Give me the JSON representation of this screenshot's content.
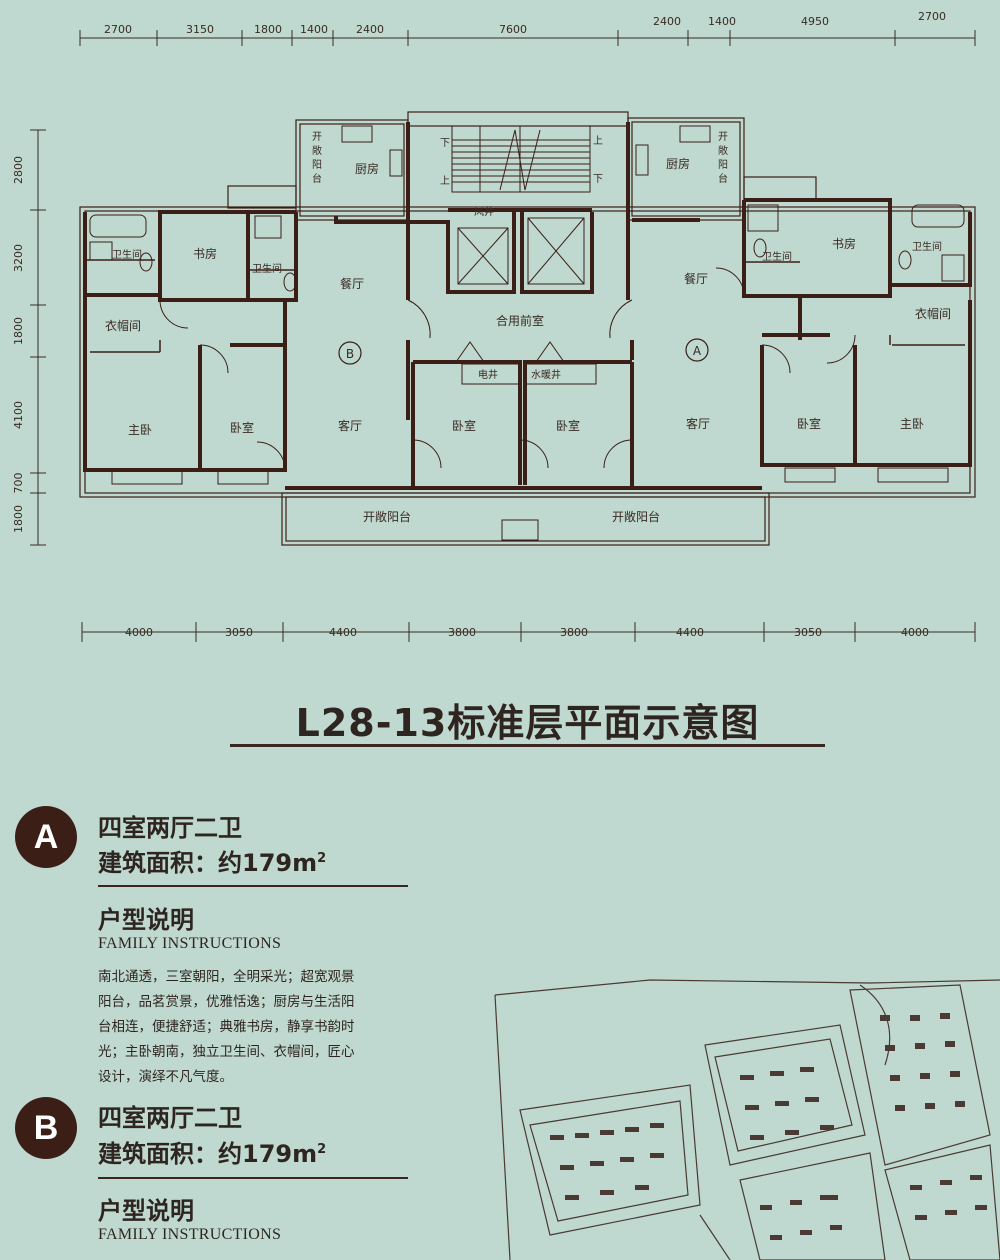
{
  "dims_top": [
    "2700",
    "3150",
    "1800",
    "1400",
    "2400",
    "7600",
    "2400",
    "1400",
    "4950",
    "2700"
  ],
  "dims_bottom": [
    "4000",
    "3050",
    "4400",
    "3800",
    "3800",
    "4400",
    "3050",
    "4000"
  ],
  "dims_left": [
    "2800",
    "3200",
    "1800",
    "4100",
    "700",
    "1800"
  ],
  "rooms": {
    "b_balcony_top": "开敞阳台",
    "b_kitchen": "厨房",
    "b_study": "书房",
    "b_bath1": "卫生间",
    "b_bath2": "卫生间",
    "b_wardrobe": "衣帽间",
    "b_master": "主卧",
    "b_bedroom": "卧室",
    "b_dining": "餐厅",
    "b_living": "客厅",
    "b_label": "B",
    "core_vent": "风井",
    "core_lobby": "合用前室",
    "core_elec": "电井",
    "core_water": "水暖井",
    "core_bed1": "卧室",
    "core_bed2": "卧室",
    "a_balcony_top": "开敞阳台",
    "a_kitchen": "厨房",
    "a_study": "书房",
    "a_bath1": "卫生间",
    "a_bath2": "卫生间",
    "a_wardrobe": "衣帽间",
    "a_master": "主卧",
    "a_bedroom": "卧室",
    "a_dining": "餐厅",
    "a_living": "客厅",
    "a_label": "A",
    "balcony_left": "开敞阳台",
    "balcony_right": "开敞阳台",
    "stair_down1": "下",
    "stair_up1": "上",
    "stair_up2": "上",
    "stair_down2": "下"
  },
  "title": "L28-13标准层平面示意图",
  "unit_a": {
    "badge": "A",
    "type": "四室两厅二卫",
    "area_label": "建筑面积：约179m",
    "area_sup": "2",
    "section_title": "户型说明",
    "section_sub": "FAMILY INSTRUCTIONS",
    "desc_lines": [
      "南北通透，三室朝阳，全明采光；超宽观景",
      "阳台，品茗赏景，优雅恬逸；厨房与生活阳",
      "台相连，便捷舒适；典雅书房，静享书韵时",
      "光；主卧朝南，独立卫生间、衣帽间，匠心",
      "设计，演绎不凡气度。"
    ]
  },
  "unit_b": {
    "badge": "B",
    "type": "四室两厅二卫",
    "area_label": "建筑面积：约179m",
    "area_sup": "2",
    "section_title": "户型说明",
    "section_sub": "FAMILY INSTRUCTIONS"
  },
  "colors": {
    "background": "#bfd9d0",
    "wall": "#3b1f17",
    "accent": "#3b1f17"
  }
}
